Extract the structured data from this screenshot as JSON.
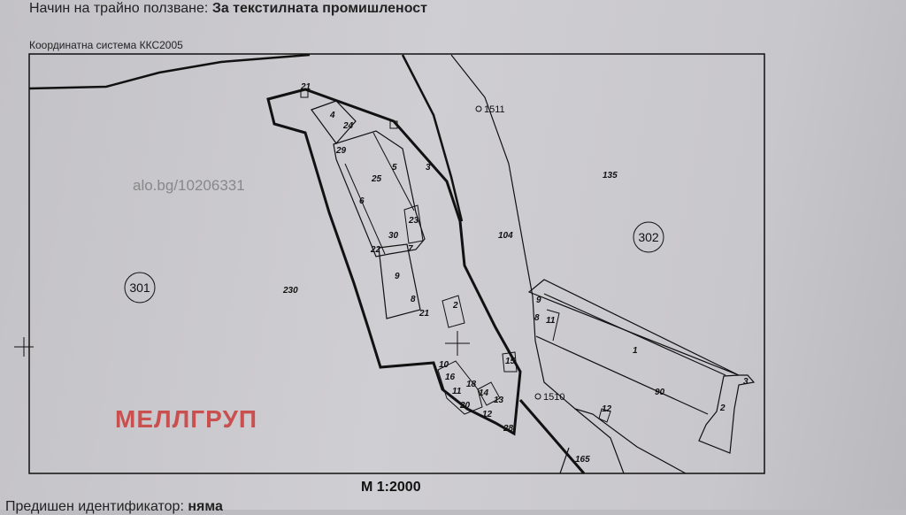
{
  "header": {
    "land_use_label": "Начин на трайно ползване:",
    "land_use_value": "За текстилната промишленост",
    "coordinate_system": "Координатна система ККС2005"
  },
  "map": {
    "circled_labels": [
      "301",
      "302"
    ],
    "parcel_labels": [
      "230",
      "104",
      "135",
      "165",
      "1",
      "2",
      "3",
      "90",
      "9",
      "8",
      "11",
      "12"
    ],
    "building_labels": [
      "4",
      "24",
      "21",
      "29",
      "25",
      "5",
      "3",
      "6",
      "23",
      "30",
      "22",
      "7",
      "9",
      "8",
      "21",
      "2",
      "15",
      "10",
      "16",
      "11",
      "18",
      "14",
      "13",
      "12",
      "20",
      "28"
    ],
    "survey_points": [
      "1511",
      "1510"
    ],
    "scale": "M 1:2000"
  },
  "footer": {
    "identifier_label": "Предишен идентификатор:",
    "identifier_value": "няма"
  },
  "watermarks": {
    "brand": "МЕЛЛГРУП",
    "site": "alo.bg/10206331"
  },
  "colors": {
    "watermark": "#c9504f",
    "paper": "#cfced2",
    "ink": "#111111"
  }
}
